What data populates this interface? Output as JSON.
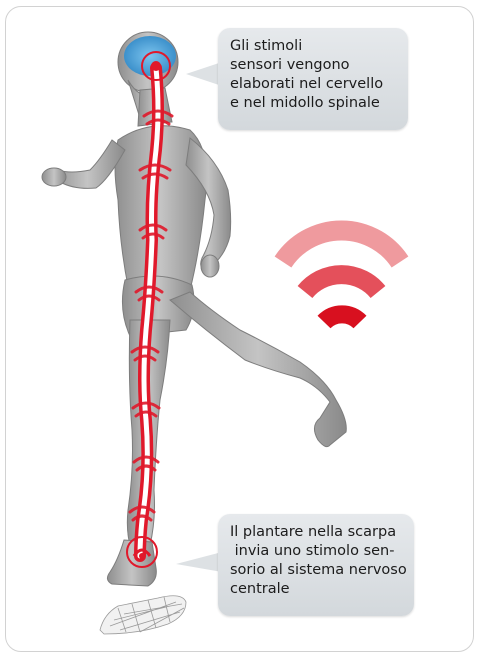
{
  "callouts": {
    "brain": {
      "lines": [
        "Gli stimoli",
        "sensori vengono",
        "elaborati nel cervello",
        "e nel midollo spinale"
      ]
    },
    "foot": {
      "lines": [
        "Il plantare nella scarpa",
        " invia uno stimolo sen-",
        "sorio al sistema nervoso",
        "centrale"
      ]
    }
  },
  "colors": {
    "nerve": "#e0192b",
    "wave_light": "#ef9a9e",
    "wave_mid": "#e4505b",
    "wave_dark": "#d8101f",
    "body": "#a9a9a9",
    "brain": "#4aa0d8",
    "callout_bg": "#dde1e4"
  }
}
